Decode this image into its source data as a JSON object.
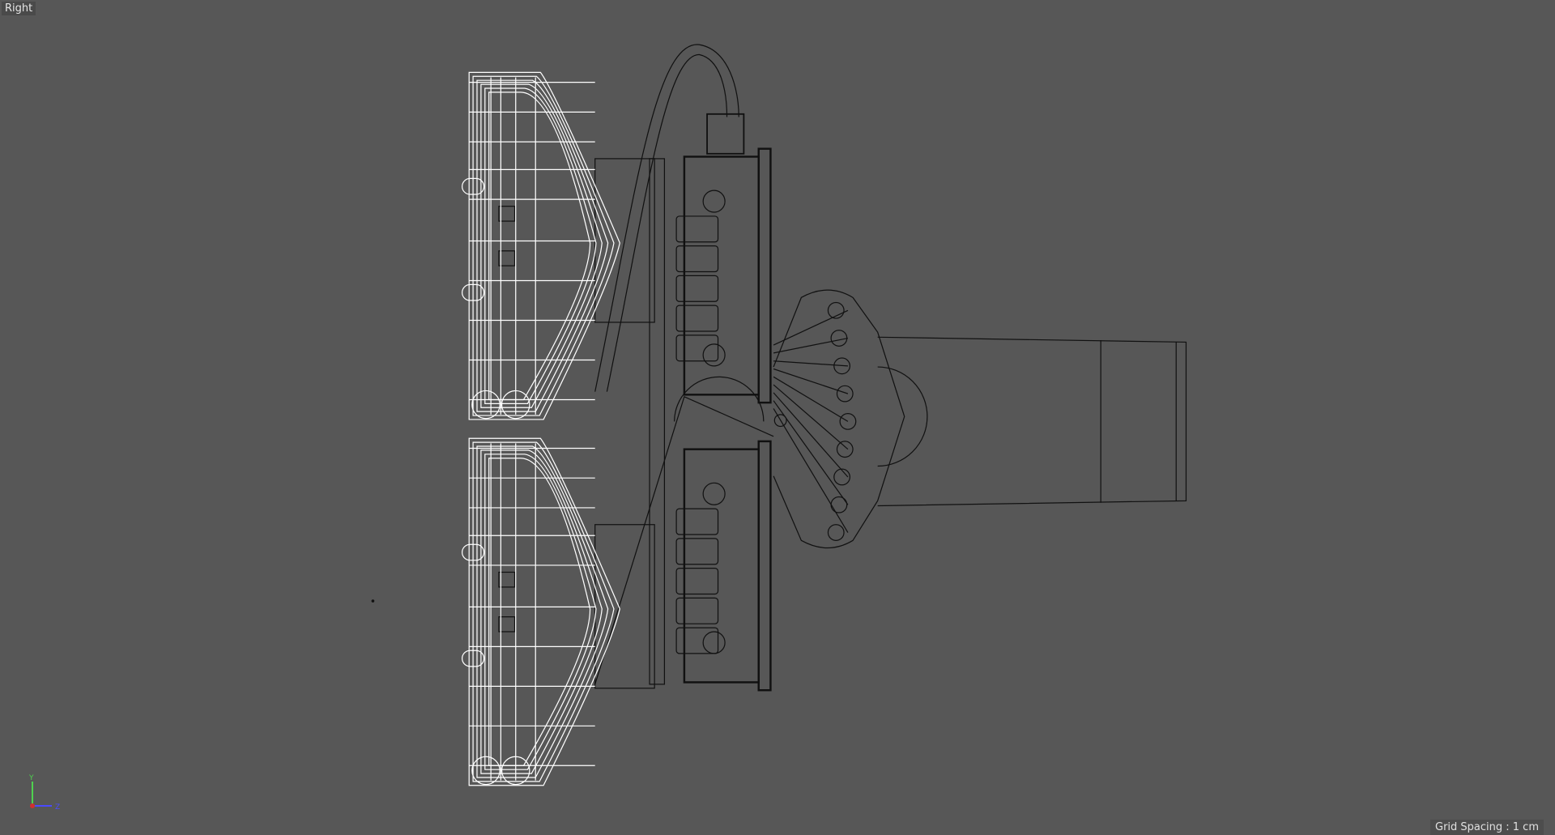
{
  "viewport": {
    "view_name": "Right",
    "grid_spacing": "Grid Spacing : 1 cm",
    "axis_gizmo": {
      "up_axis": "Y",
      "side_axis": "Z"
    },
    "colors": {
      "background": "#575757",
      "selected_wire": "#ffffff",
      "wire": "#111111",
      "y_axis": "#4fd14f",
      "z_axis": "#4a4aff",
      "origin": "#d03030"
    }
  }
}
